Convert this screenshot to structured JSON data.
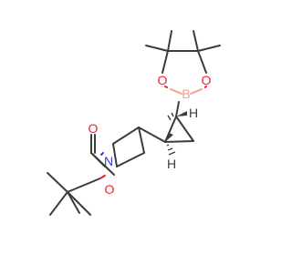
{
  "molecule": {
    "atoms": {
      "boron": {
        "symbol": "B",
        "color": "#f0a08c"
      },
      "oxygen_ring_left": {
        "symbol": "O",
        "color": "#e8232b"
      },
      "oxygen_ring_right": {
        "symbol": "O",
        "color": "#e8232b"
      },
      "oxygen_ester": {
        "symbol": "O",
        "color": "#e8232b"
      },
      "oxygen_carbonyl": {
        "symbol": "O",
        "color": "#e8232b"
      },
      "nitrogen": {
        "symbol": "N",
        "color": "#2f3ce6"
      },
      "stereo_h_top": {
        "symbol": "H",
        "color": "#3c3c3c"
      },
      "stereo_h_bottom": {
        "symbol": "H",
        "color": "#3c3c3c"
      }
    },
    "bond_color": "#3c3c3c"
  }
}
